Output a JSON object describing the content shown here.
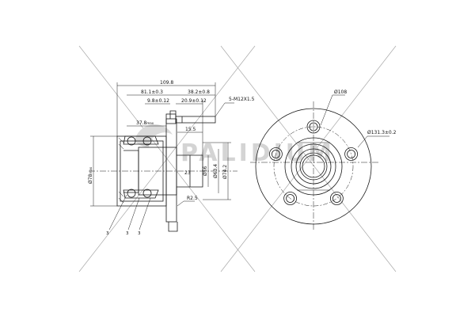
{
  "watermark": {
    "text": "PALIDIUM",
    "color": "#d4d4d4"
  },
  "side_view": {
    "dimensions": {
      "overall_length": "109.8",
      "d1": "81.1±0.3",
      "d2": "38.2±0.8",
      "d3": "9.8±0.12",
      "d4": "20.9±0.12",
      "d5": "37.8",
      "d5_suffix": "max",
      "d6": "15.5",
      "d7": "23",
      "d8": "R2.5",
      "thread": "5-M12X1.5",
      "dia_left": "Ø78",
      "dia_left_suffix": "max",
      "dia_1": "Ø56",
      "dia_2": "Ø63.4",
      "dia_3": "Ø74.2"
    },
    "callouts": [
      "3",
      "3",
      "3"
    ]
  },
  "front_view": {
    "dimensions": {
      "pcd": "Ø108",
      "flange_dia": "Ø131.3±0.2"
    }
  },
  "colors": {
    "line": "#1a1a1a",
    "guide": "#9a9a9a"
  }
}
